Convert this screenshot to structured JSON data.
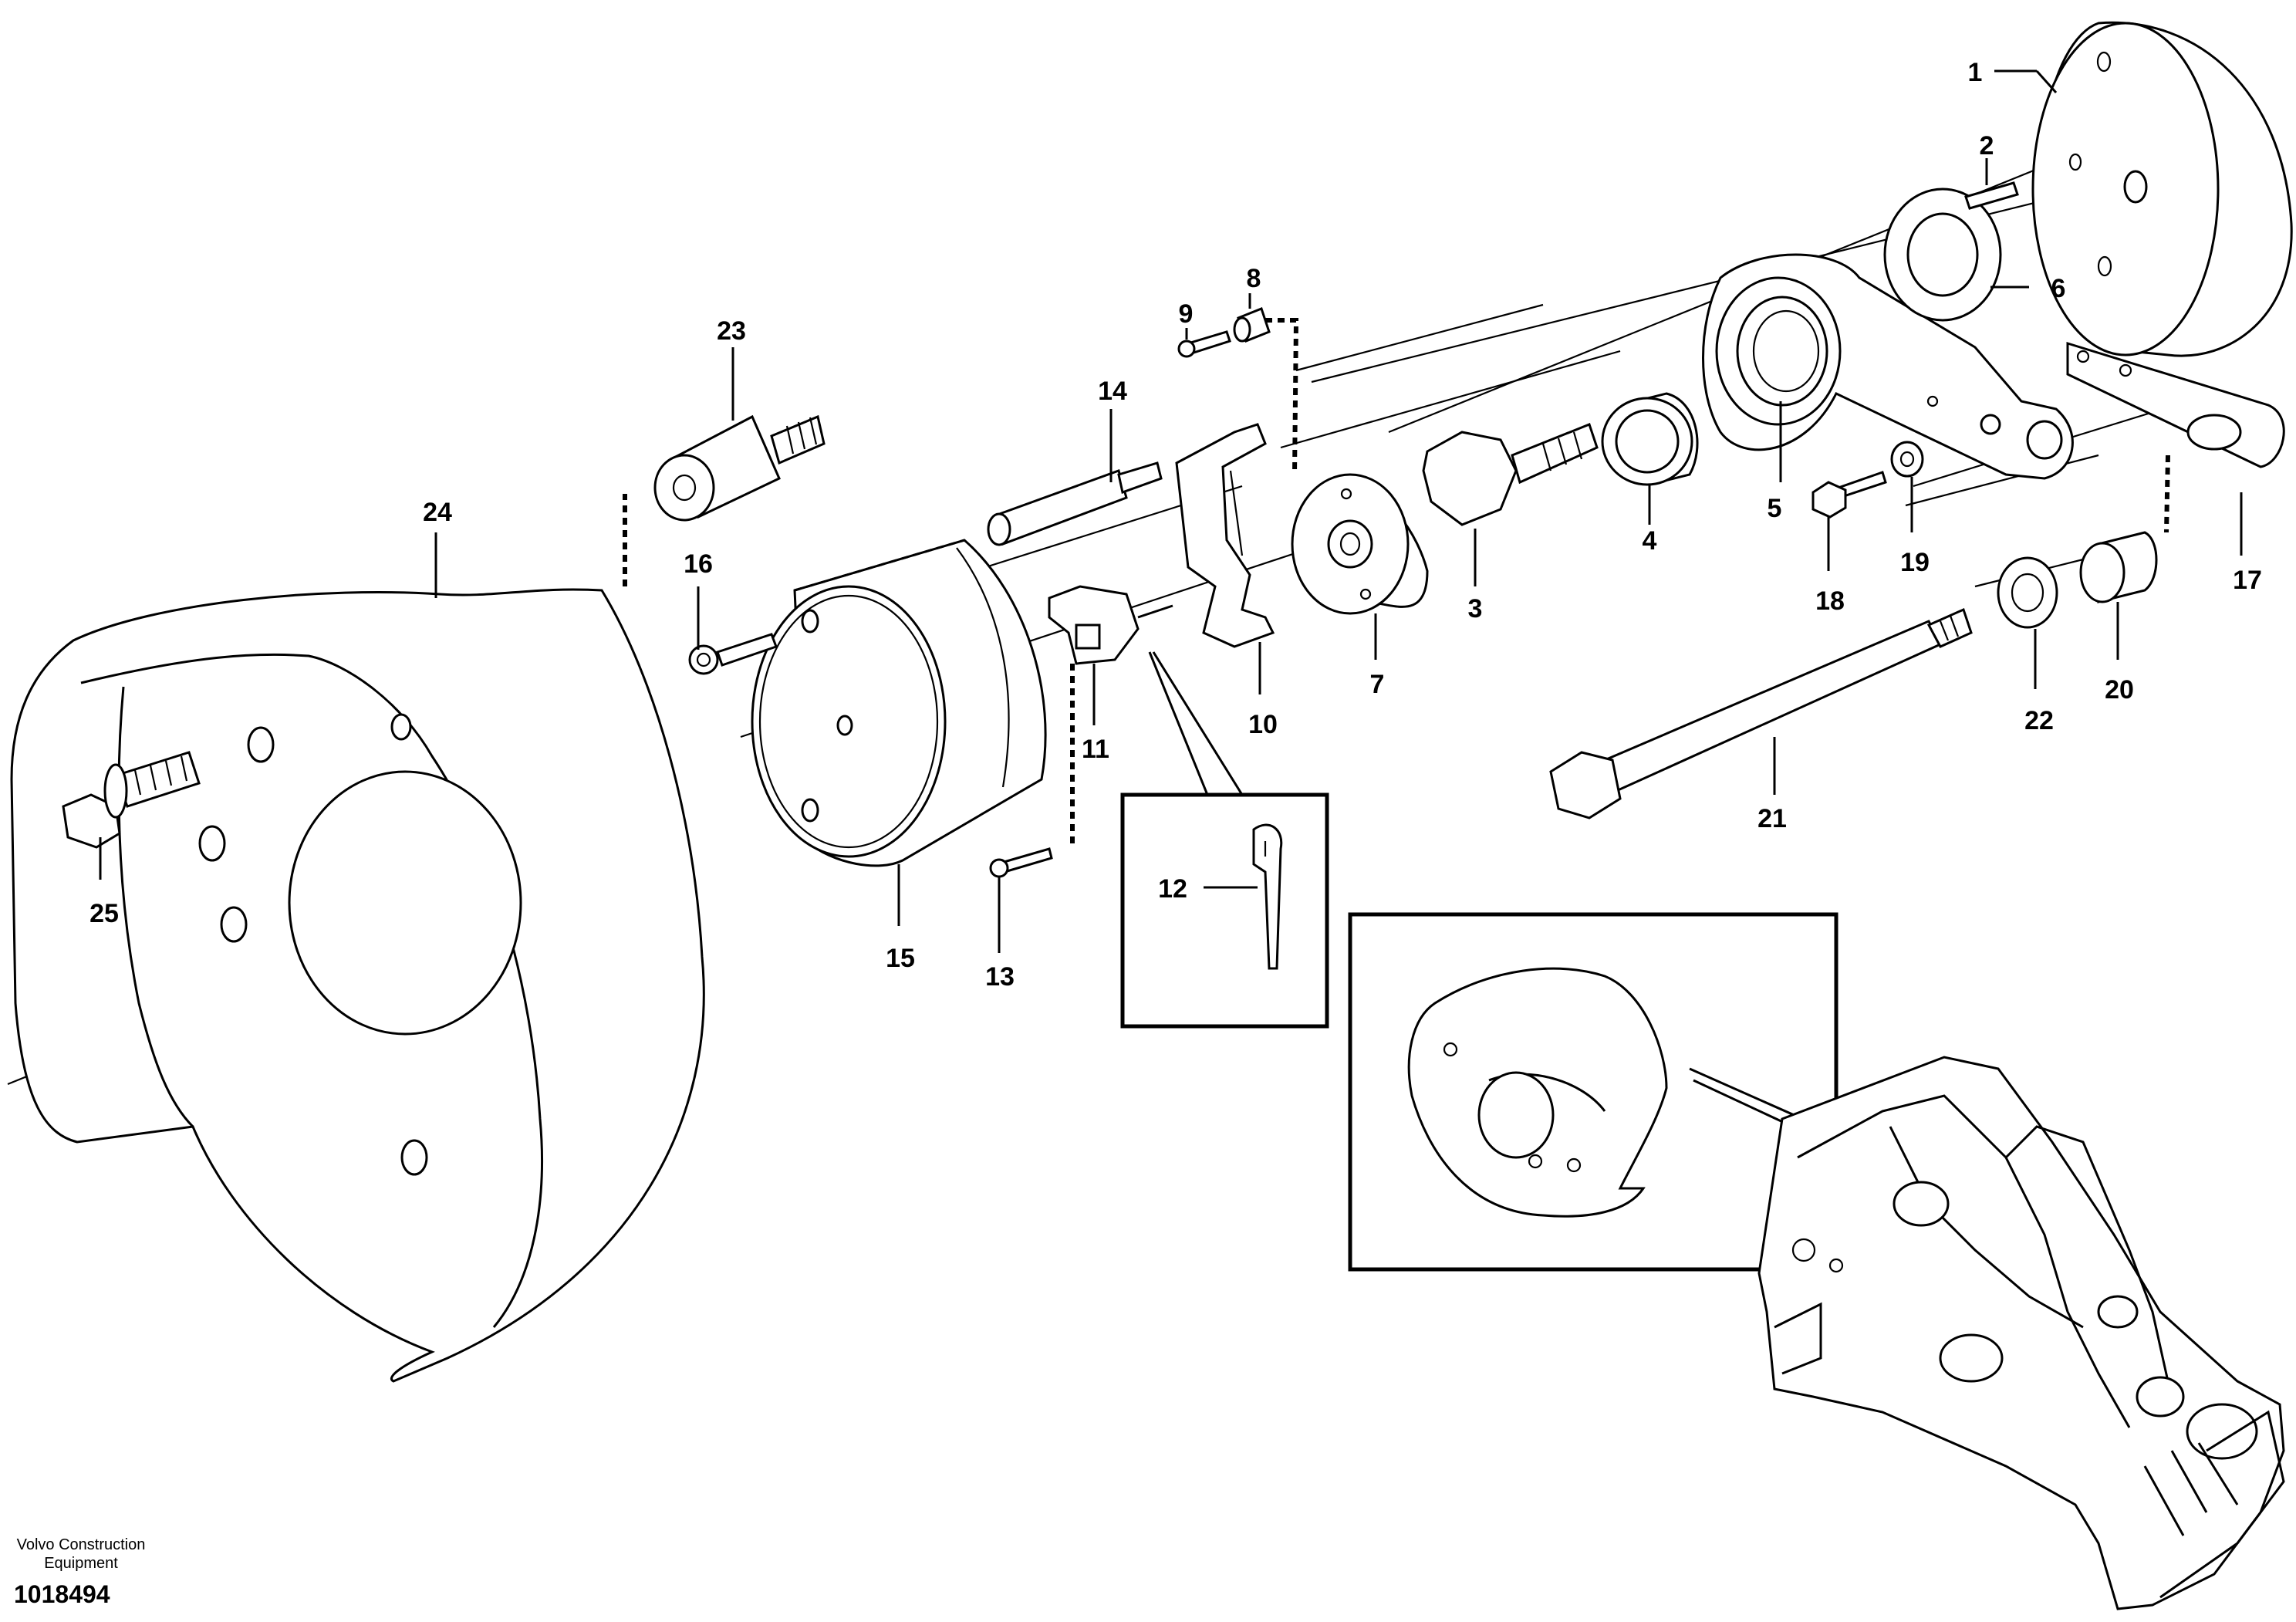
{
  "diagram": {
    "callouts": [
      "1",
      "2",
      "3",
      "4",
      "5",
      "6",
      "7",
      "8",
      "9",
      "10",
      "11",
      "12",
      "13",
      "14",
      "15",
      "16",
      "17",
      "18",
      "19",
      "20",
      "21",
      "22",
      "23",
      "24",
      "25"
    ]
  },
  "footer": {
    "brand": "Volvo Construction Equipment",
    "document_number": "1018494"
  }
}
